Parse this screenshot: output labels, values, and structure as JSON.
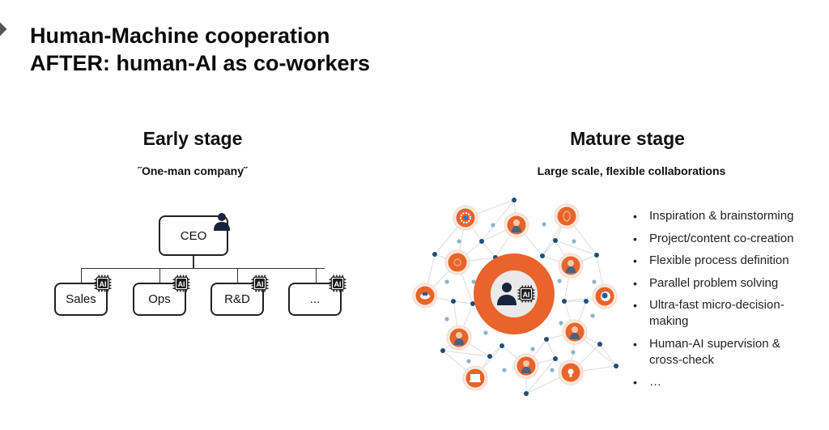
{
  "title": {
    "line1": "Human-Machine cooperation",
    "line2": "AFTER: human-AI as co-workers"
  },
  "early_stage": {
    "title": "Early stage",
    "subtitle": "˝One-man company˝",
    "root": {
      "label": "CEO",
      "icon": "person-icon"
    },
    "departments": [
      {
        "label": "Sales",
        "icon": "ai-chip-icon"
      },
      {
        "label": "Ops",
        "icon": "ai-chip-icon"
      },
      {
        "label": "R&D",
        "icon": "ai-chip-icon"
      },
      {
        "label": "...",
        "icon": "ai-chip-icon"
      }
    ],
    "chip_text": "AI"
  },
  "mature_stage": {
    "title": "Mature stage",
    "subtitle": "Large scale, flexible collaborations",
    "hub": {
      "icons": [
        "person-icon",
        "ai-chip-icon"
      ],
      "chip_text": "AI"
    },
    "colors": {
      "accent": "#e8642a",
      "node_dark": "#1f4e79",
      "node_light": "#8fb3c9",
      "edge": "#d9dde2",
      "icon_dark": "#17243a"
    },
    "satellites": [
      "gear-icon",
      "person-icon",
      "fingerprint-icon",
      "ai-brain-icon",
      "person-icon",
      "cloud-icon",
      "head-profile-icon",
      "person-icon",
      "person-icon",
      "laptop-icon",
      "person-icon",
      "lightbulb-icon"
    ],
    "bullets": [
      "Inspiration & brainstorming",
      "Project/content co-creation",
      "Flexible process definition",
      "Parallel problem solving",
      "Ultra-fast micro-decision-making",
      "Human-AI supervision & cross-check",
      "…"
    ]
  }
}
